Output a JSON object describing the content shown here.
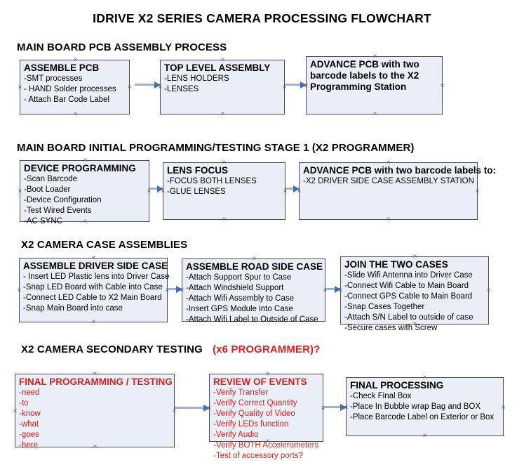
{
  "document": {
    "title": "IDRIVE X2  SERIES CAMERA PROCESSING FLOWCHART",
    "accent_color": "#e01d1d",
    "node_fill": "#e9eef7",
    "node_border": "#4c4c4c",
    "connector_color": "#9db4cd",
    "arrowhead_color": "#3f6fb5"
  },
  "sections": [
    {
      "heading": "MAIN BOARD PCB ASSEMBLY PROCESS",
      "heading_accent": "",
      "nodes": [
        {
          "title": "ASSEMBLE PCB",
          "lines": [
            "-SMT processes",
            "- HAND Solder processes",
            "- Attach Bar Code Label"
          ],
          "color": "black"
        },
        {
          "title": "TOP LEVEL ASSEMBLY",
          "lines": [
            "-LENS HOLDERS",
            "-LENSES"
          ],
          "color": "black"
        },
        {
          "title": "ADVANCE PCB with two barcode labels to the  X2 Programming Station",
          "lines": [],
          "color": "black"
        }
      ]
    },
    {
      "heading": "MAIN BOARD INITIAL PROGRAMMING/TESTING STAGE 1 (X2 PROGRAMMER)",
      "heading_accent": "",
      "nodes": [
        {
          "title": "DEVICE PROGRAMMING",
          "lines": [
            "-Scan Barcode",
            "-Boot Loader",
            "-Device Configuration",
            "-Test Wired Events",
            "-AC SYNC"
          ],
          "color": "black"
        },
        {
          "title": "LENS FOCUS",
          "lines": [
            "-FOCUS BOTH LENSES",
            "-GLUE LENSES"
          ],
          "color": "black"
        },
        {
          "title": "ADVANCE PCB with two barcode labels to:",
          "lines": [
            "-X2 DRIVER  SIDE  CASE  ASSEMBLY STATION"
          ],
          "color": "black"
        }
      ]
    },
    {
      "heading": "X2 CAMERA CASE ASSEMBLIES",
      "heading_accent": "",
      "nodes": [
        {
          "title": "ASSEMBLE DRIVER SIDE CASE",
          "lines": [
            "- Insert LED Plastic lens into Driver Case",
            "-Snap LED Board with Cable into Case",
            "-Connect LED Cable to X2 Main Board",
            "-Snap Main Board into case"
          ],
          "color": "black"
        },
        {
          "title": "ASSEMBLE ROAD SIDE CASE",
          "lines": [
            "-Attach Support Spur to Case",
            "-Attach Windshield Support",
            "-Attach Wifi Assembly to Case",
            "-Insert GPS Module into Case",
            "-Attach Wifi Label to Outside of Case"
          ],
          "color": "black"
        },
        {
          "title": "JOIN THE TWO CASES",
          "lines": [
            "-Slide Wifi Antenna into Driver Case",
            "-Connect Wifi Cable to Main Board",
            "-Connect GPS Cable to Main Board",
            "-Snap Cases Together",
            "-Attach S/N Label to outside of case",
            "-Secure cases with Screw"
          ],
          "color": "black"
        }
      ]
    },
    {
      "heading": "X2 CAMERA SECONDARY TESTING",
      "heading_accent": "(x6 PROGRAMMER)?",
      "nodes": [
        {
          "title": "FINAL PROGRAMMING / TESTING",
          "lines": [
            "-need",
            "-to",
            "-know",
            "-what",
            "-goes",
            "-here"
          ],
          "color": "red"
        },
        {
          "title": "REVIEW OF EVENTS",
          "lines": [
            "-Verify Transfer",
            "-Verify Correct Quantity",
            "-Verify Quality of Video",
            "-Verify LEDs function",
            "-Verify Audio",
            "-Verify BOTH Accelerometers",
            "-Test of accessory ports?"
          ],
          "color": "red"
        },
        {
          "title": "FINAL PROCESSING",
          "lines": [
            "-Check Final Box",
            "-Place In Bubble wrap Bag and BOX",
            "-Place Barcode Label on Exterior or Box"
          ],
          "color": "black"
        }
      ]
    }
  ]
}
